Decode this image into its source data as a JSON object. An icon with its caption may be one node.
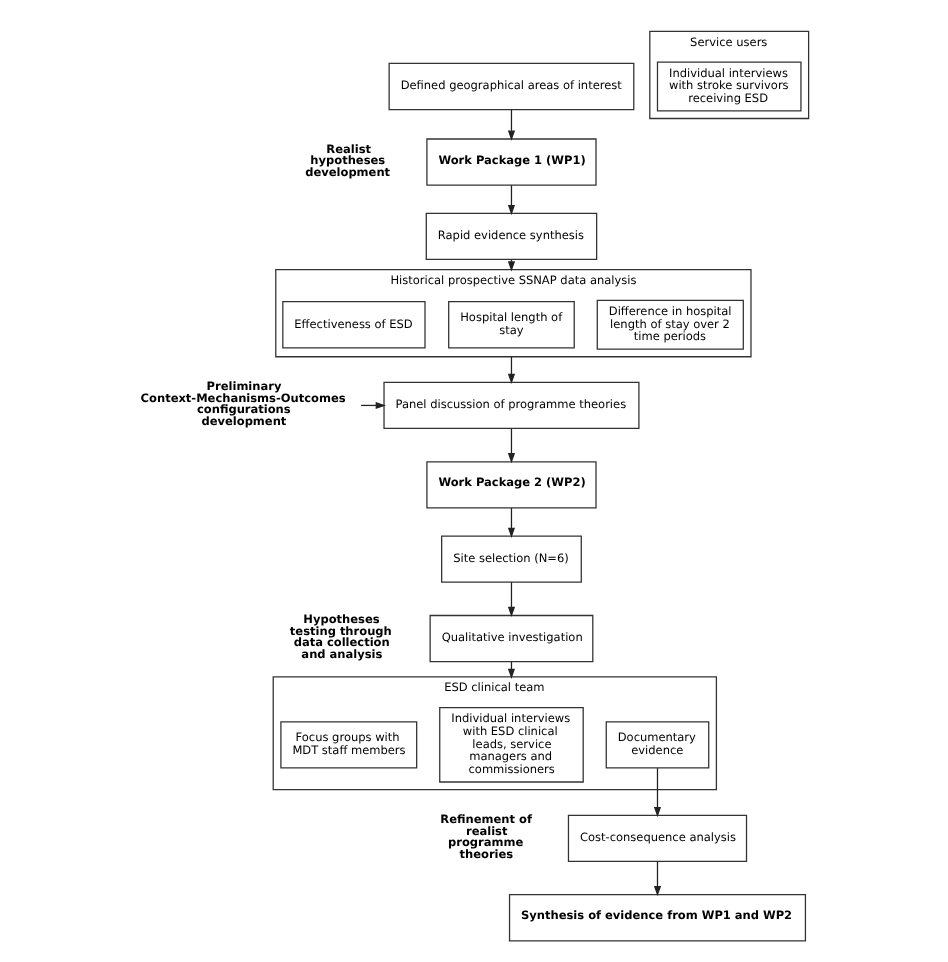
{
  "diagram": {
    "nodes": [
      {
        "text": [
          "Defined geographical areas of interest"
        ]
      },
      {
        "text": [
          "Work Package 1 (WP1)"
        ]
      },
      {
        "text": [
          "Rapid evidence synthesis"
        ]
      },
      {
        "text": [
          "Historical prospective SSNAP data analysis"
        ]
      },
      {
        "text": [
          "Effectiveness of ESD"
        ],
        "in": 3
      },
      {
        "text": [
          "Hospital length of stay"
        ],
        "in": 3
      },
      {
        "text": [
          "Difference in hospital length of stay over 2 time periods"
        ],
        "in": 3
      },
      {
        "text": [
          "Preliminary Context-Mechanisms-Outcomes configurations development"
        ]
      },
      {
        "text": [
          "Panel discussion of programme theories"
        ]
      },
      {
        "text": [
          "Work Package 2 (WP2)"
        ]
      },
      {
        "text": [
          "Site selection (N=6)"
        ]
      },
      {
        "text": [
          "Qualitative investigation"
        ]
      },
      {
        "text": [
          "Service users"
        ]
      },
      {
        "text": [
          "Individual interviews with stroke survivors receiving ESD"
        ],
        "in": 12
      },
      {
        "text": [
          "ESD clinical team"
        ]
      },
      {
        "text": [
          "Focus groups with MDT staff members"
        ],
        "in": 14
      },
      {
        "text": [
          "Individual interviews with ESD clinical leads, service managers and commissioners"
        ],
        "in": 14
      },
      {
        "text": [
          "Documentary evidence"
        ],
        "in": 14
      },
      {
        "text": [
          "Cost-consequence analysis"
        ]
      },
      {
        "text": [
          "Synthesis of evidence from WP1 and WP2"
        ]
      }
    ],
    "edges": [
      {
        "from": 0,
        "to": 1,
        "arrow": "to"
      },
      {
        "from": 1,
        "to": 2,
        "arrow": "to"
      },
      {
        "from": 2,
        "to": 3,
        "arrow": "to"
      },
      {
        "from": 3,
        "to": 8,
        "arrow": "to"
      },
      {
        "from": 7,
        "to": 8,
        "arrow": "to"
      },
      {
        "from": 8,
        "to": 9,
        "arrow": "to"
      },
      {
        "from": 9,
        "to": 10,
        "arrow": "to"
      },
      {
        "from": 10,
        "to": 11,
        "arrow": "to"
      },
      {
        "from": 11,
        "to": 14,
        "arrow": "to"
      },
      {
        "from": 17,
        "to": 18,
        "arrow": "to"
      },
      {
        "from": 18,
        "to": 19,
        "arrow": "to"
      }
    ],
    "labels": [
      "Realist hypotheses development",
      "Hypotheses testing through data collection and analysis",
      "Refinement of realist programme theories"
    ]
  }
}
